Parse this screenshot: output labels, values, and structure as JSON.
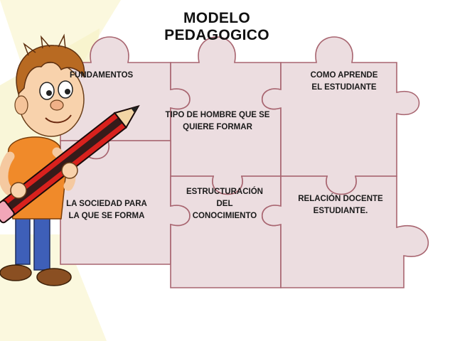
{
  "title": {
    "line1": "MODELO",
    "line2": "PEDAGOGICO"
  },
  "pieces": [
    {
      "id": "fundamentos",
      "lines": [
        "FUNDAMENTOS"
      ]
    },
    {
      "id": "como-aprende",
      "lines": [
        "COMO APRENDE",
        "EL ESTUDIANTE"
      ]
    },
    {
      "id": "tipo-hombre",
      "lines": [
        "TIPO DE HOMBRE QUE SE",
        "QUIERE FORMAR"
      ]
    },
    {
      "id": "sociedad",
      "lines": [
        "LA SOCIEDAD PARA",
        "LA QUE SE FORMA"
      ]
    },
    {
      "id": "estructuracion",
      "lines": [
        "ESTRUCTURACIÓN",
        "DEL",
        "CONOCIMIENTO"
      ]
    },
    {
      "id": "relacion",
      "lines": [
        "RELACIÓN DOCENTE",
        "ESTUDIANTE."
      ]
    }
  ],
  "colors": {
    "piece_fill": "#ecdde0",
    "piece_stroke": "#a86570",
    "background_glow": "#f7f2c8",
    "pencil_red": "#d8211d",
    "shirt": "#f08a2a",
    "jeans": "#3e5fb8"
  },
  "illustration": "cartoon-boy-holding-pencil"
}
